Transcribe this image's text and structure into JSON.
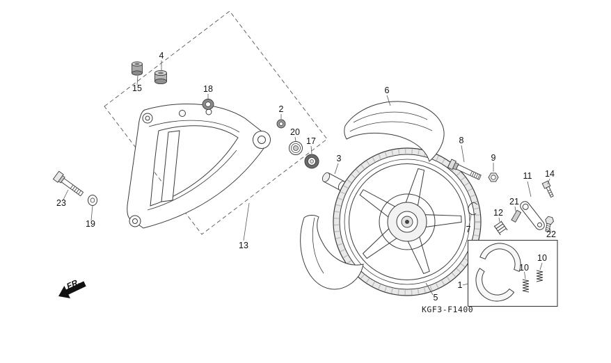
{
  "diagram": {
    "code": "KGF3-F1400",
    "direction_label": "FR.",
    "colors": {
      "line": "#3a3a3a",
      "shade": "#e9e9e9",
      "label": "#111111"
    },
    "part_labels": [
      "15",
      "4",
      "18",
      "2",
      "20",
      "17",
      "3",
      "6",
      "8",
      "9",
      "11",
      "14",
      "21",
      "12",
      "22",
      "7",
      "23",
      "19",
      "13",
      "5",
      "1",
      "10",
      "10"
    ]
  }
}
